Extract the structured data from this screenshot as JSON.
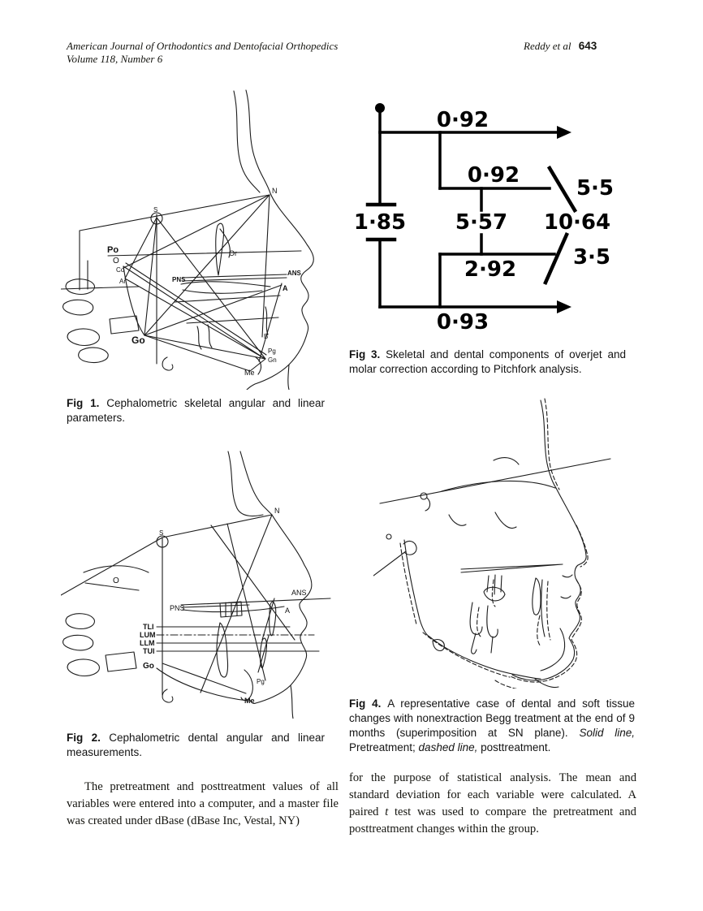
{
  "header": {
    "journal": "American Journal of Orthodontics and Dentofacial Orthopedics",
    "volume_line": "Volume 118, Number 6",
    "authors": "Reddy et al",
    "page_number": "643"
  },
  "figures": {
    "fig1": {
      "caption_label": "Fig 1.",
      "caption_text": "Cephalometric skeletal angular and linear parameters.",
      "landmarks": {
        "s": "S",
        "n": "N",
        "po": "Po",
        "o": "O",
        "co": "Co",
        "ar": "Ar",
        "or": "Or",
        "pns": "PNS",
        "ans": "ANS",
        "a": "A",
        "b": "B",
        "go": "Go",
        "pg": "Pg",
        "gn": "Gn",
        "me": "Me"
      }
    },
    "fig2": {
      "caption_label": "Fig 2.",
      "caption_text": "Cephalometric dental angular and linear measurements.",
      "landmarks": {
        "s": "S",
        "n": "N",
        "o": "O",
        "pns": "PNS",
        "ans": "ANS",
        "a": "A",
        "tli": "TLI",
        "lum": "LUM",
        "llm": "LLM",
        "tui": "TUI",
        "go": "Go",
        "pg": "Pg",
        "me": "Me"
      }
    },
    "fig3": {
      "caption_label": "Fig 3.",
      "caption_text": "Skeletal and dental components of overjet and molar correction according to Pitchfork analysis.",
      "values": {
        "maxilla_arrow": "0·92",
        "upper_dental": "0·92",
        "upper_incisor": "5·5",
        "abr": "1·85",
        "middle": "5·57",
        "total": "10·64",
        "lower_dental": "2·92",
        "lower_incisor": "3·5",
        "mandible_arrow": "0·93"
      }
    },
    "fig4": {
      "caption_label": "Fig 4.",
      "caption_p1": "A representative case of dental and soft tissue changes with nonextraction Begg treatment at the end of 9 months (superimposition at SN plane). ",
      "caption_i1": "Solid line,",
      "caption_p2": " Pretreatment; ",
      "caption_i2": "dashed line,",
      "caption_p3": " posttreatment."
    }
  },
  "body": {
    "left_paragraph": "The pretreatment and posttreatment values of all variables were entered into a computer, and a master file was created under dBase (dBase Inc, Vestal, NY)",
    "right_p1": "for the purpose of statistical analysis. The mean and standard deviation for each variable were calculated. A paired ",
    "right_i1": "t",
    "right_p2": " test was used to compare the pretreatment and posttreatment changes within the group."
  }
}
